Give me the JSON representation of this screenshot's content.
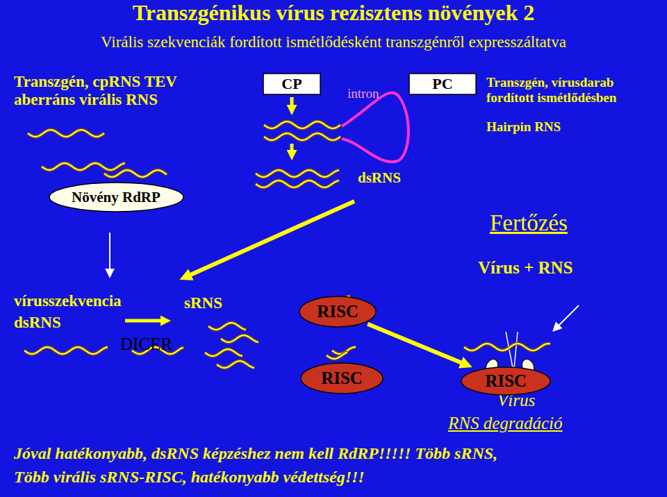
{
  "diagram": {
    "title": "Transzgénikus vírus rezisztens növények 2",
    "nodes": [
      {
        "text": [
          "Növény RdRP"
        ]
      },
      {
        "text": [
          "CP"
        ]
      },
      {
        "text": [
          "PC"
        ]
      },
      {
        "text": [
          "RISC"
        ]
      },
      {
        "text": [
          "RISC"
        ]
      },
      {
        "text": [
          "RISC"
        ]
      }
    ],
    "edges": [
      {
        "from": 3,
        "to": 5,
        "arrow": "to"
      }
    ],
    "labels": [
      "Virális szekvenciák fordított ismétlődésként transzgénről expresszáltatva",
      "Transzgén, cpRNS TEV aberráns virális RNS",
      "intron",
      "Transzgén, vírusdarab fordított ismétlődésben",
      "Hairpin RNS",
      "dsRNS",
      "Fertőzés",
      "Vírus + RNS",
      "vírusszekvencia",
      "dsRNS",
      "sRNS",
      "DICER",
      "Vírus",
      "RNS degradáció",
      "Jóval hatékonyabb, dsRNS képzéshez nem kell RdRP!!!!! Több sRNS,",
      "Több virális sRNS-RISC, hatékonyabb védettség!!!"
    ]
  }
}
